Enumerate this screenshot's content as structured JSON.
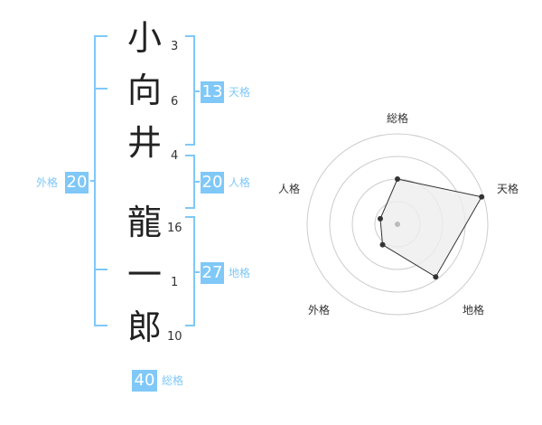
{
  "name_chars": [
    {
      "char": "小",
      "strokes": "3"
    },
    {
      "char": "向",
      "strokes": "6"
    },
    {
      "char": "井",
      "strokes": "4"
    },
    {
      "char": "龍",
      "strokes": "16"
    },
    {
      "char": "一",
      "strokes": "1"
    },
    {
      "char": "郎",
      "strokes": "10"
    }
  ],
  "badges": {
    "tenkaku": {
      "value": "13",
      "label": "天格"
    },
    "jinkaku": {
      "value": "20",
      "label": "人格"
    },
    "chikaku": {
      "value": "27",
      "label": "地格"
    },
    "gaikaku": {
      "value": "20",
      "label": "外格"
    },
    "soukaku": {
      "value": "40",
      "label": "総格"
    }
  },
  "colors": {
    "accent": "#7fc8f8",
    "text": "#222222",
    "ring": "#cccccc",
    "polygon_fill": "#eeeeee"
  },
  "chart_data": {
    "type": "radar",
    "axes": [
      "総格",
      "天格",
      "地格",
      "外格",
      "人格"
    ],
    "max": 5,
    "rings": 4,
    "values": [
      2.5,
      4.9,
      3.6,
      1.4,
      1.0
    ]
  }
}
